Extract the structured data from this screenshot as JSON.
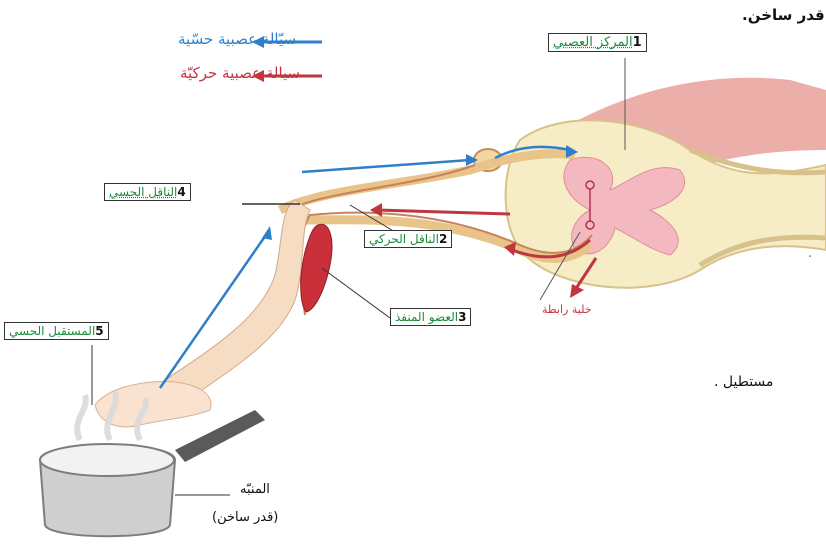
{
  "legend": {
    "sensory": "سيّالة عصبية حسّية",
    "motor": "سيالة عصبية حركيّة"
  },
  "labels": {
    "center": "المركز العصبي",
    "center_num": "1",
    "motor_nerve": "الناقل الحركي",
    "motor_nerve_num": "2",
    "effector": "العضو المنفذ",
    "effector_num": "3",
    "sensory_nerve": "الناقل الحسي",
    "sensory_nerve_num": "4",
    "receptor": "المستقبل الحسي",
    "receptor_num": "5",
    "interneuron": "خلية رابطة",
    "stimulus": "المنبّه",
    "stimulus_detail": "(قدر ساخن)"
  },
  "side_text": {
    "top_right": "قدر ساخن.",
    "middle_right": "مستطيل .",
    "dot": "."
  },
  "colors": {
    "sensory": "#2f7fc8",
    "motor": "#c0363f",
    "label_text": "#1d8a3a"
  }
}
